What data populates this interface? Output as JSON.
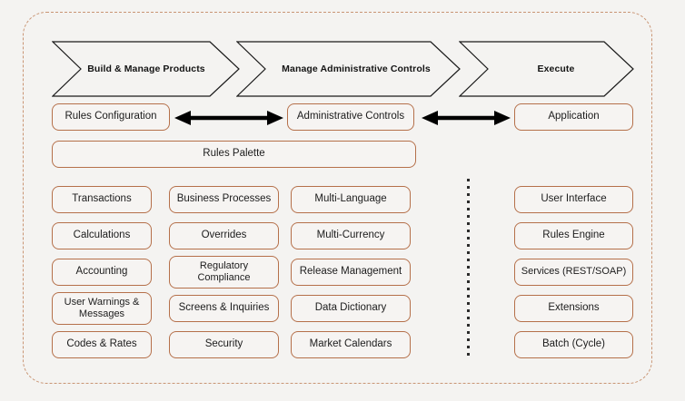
{
  "diagram": {
    "title_bar_chevrons": [
      {
        "label": "Build & Manage Products"
      },
      {
        "label": "Manage Administrative Controls"
      },
      {
        "label": "Execute"
      }
    ],
    "top_row": {
      "rules_configuration": "Rules Configuration",
      "administrative_controls": "Administrative Controls",
      "application": "Application",
      "arrow_left_name": "bidirectional-arrow",
      "arrow_right_name": "bidirectional-arrow"
    },
    "rules_palette": {
      "label": "Rules Palette"
    },
    "palette_grid": {
      "columns": [
        {
          "items": [
            "Transactions",
            "Calculations",
            "Accounting",
            "User Warnings & Messages",
            "Codes & Rates"
          ]
        },
        {
          "items": [
            "Business Processes",
            "Overrides",
            "Regulatory Compliance",
            "Screens & Inquiries",
            "Security"
          ]
        },
        {
          "items": [
            "Multi-Language",
            "Multi-Currency",
            "Release Management",
            "Data Dictionary",
            "Market Calendars"
          ]
        }
      ]
    },
    "application_stack": {
      "items": [
        "User Interface",
        "Rules Engine",
        "Services (REST/SOAP)",
        "Extensions",
        "Batch (Cycle)"
      ]
    },
    "colors": {
      "background": "#f4f3f1",
      "box_border": "#b5704a",
      "frame_border": "#c99574",
      "chevron_outline": "#1a1a1a",
      "arrow": "#000000",
      "divider_dot": "#2b2b2b"
    }
  }
}
